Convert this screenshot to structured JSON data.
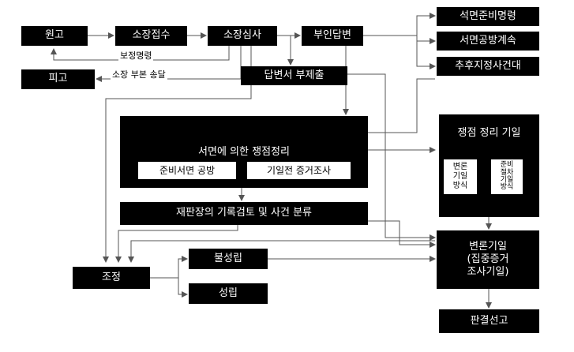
{
  "nodes": {
    "complaint": "원고",
    "filing": "소장접수",
    "review": "소장심사",
    "defendant": "피고",
    "no_answer": "부인답변",
    "answer_not_submitted": "답변서 부제출",
    "written_prep_order": "석면준비명령",
    "written_defense_continue": "서면공방계속",
    "later_date_pending": "추후지정사건대",
    "written_issue_arrangement": "서면에 의한 쟁점정리",
    "prep_brief_exchange": "준비서면 공방",
    "pre_hearing_evidence": "기일전 증거조사",
    "judge_record_review": "재판장의 기록검토 및 사건 분류",
    "issue_arrangement_date": "쟁점 정리 기일",
    "argument_date_method": "변론\n기일\n방식",
    "prep_procedure_method": "준비\n절차\n기일\n방식",
    "mediation": "조정",
    "failure": "불성립",
    "success": "성립",
    "oral_argument": "변론기일\n(집중증거\n조사기일)",
    "judgment": "판결선고"
  },
  "edge_labels": {
    "correction_order": "보정명령",
    "complaint_copy_service": "소장 부본 송달"
  }
}
